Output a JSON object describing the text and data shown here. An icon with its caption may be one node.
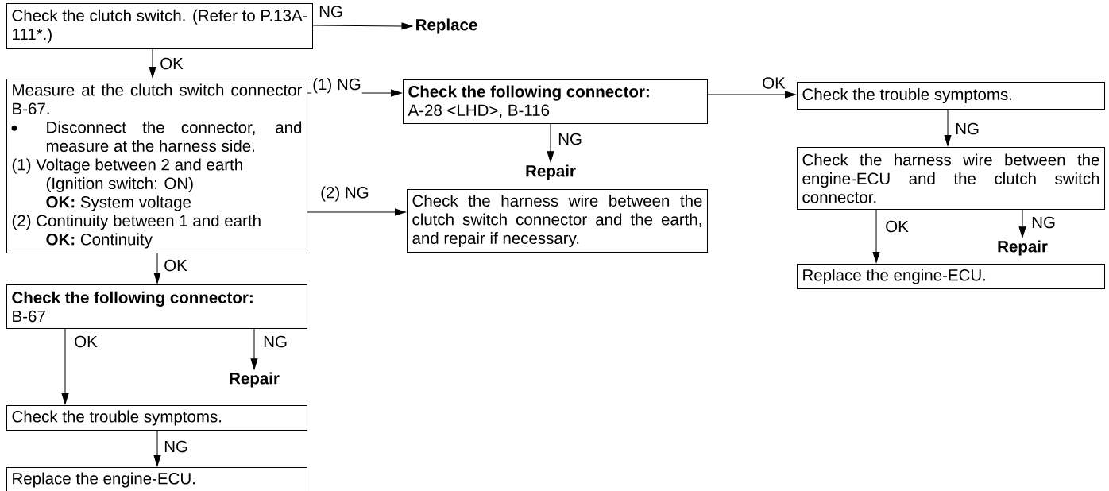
{
  "diagram": {
    "nodes": [
      {
        "text": [
          "Check the clutch switch. (Refer to P.13A-111*.)"
        ]
      },
      {
        "text": [
          "Replace"
        ]
      },
      {
        "text": [
          "Measure at the clutch switch connector B-67.",
          "Disconnect the connector, and measure at the harness side.",
          "(1) Voltage between 2 and earth",
          "(Ignition switch: ON)",
          "**OK:** System voltage",
          "(2) Continuity between 1 and earth",
          "**OK:** Continuity"
        ]
      },
      {
        "text": [
          "Check the following connector:",
          "A-28 <LHD>, B-116"
        ]
      },
      {
        "text": [
          "Repair"
        ]
      },
      {
        "text": [
          "Check the harness wire between the clutch switch connector and the earth, and repair if necessary."
        ]
      },
      {
        "text": [
          "Check the trouble symptoms."
        ]
      },
      {
        "text": [
          "Check the harness wire between the engine-ECU and the clutch switch connector."
        ]
      },
      {
        "text": [
          "Repair"
        ]
      },
      {
        "text": [
          "Replace the engine-ECU."
        ]
      },
      {
        "text": [
          "Check the following connector:",
          "B-67"
        ]
      },
      {
        "text": [
          "Repair"
        ]
      },
      {
        "text": [
          "Check the trouble symptoms."
        ]
      },
      {
        "text": [
          "Replace the engine-ECU."
        ]
      }
    ],
    "edges": [
      {
        "from": 0,
        "to": 1,
        "arrow": "to",
        "label": "NG"
      },
      {
        "from": 0,
        "to": 2,
        "arrow": "to",
        "label": "OK"
      },
      {
        "from": 2,
        "to": 3,
        "arrow": "to",
        "label": "(1) NG"
      },
      {
        "from": 2,
        "to": 5,
        "arrow": "to",
        "label": "(2) NG"
      },
      {
        "from": 3,
        "to": 6,
        "arrow": "to",
        "label": "OK"
      },
      {
        "from": 3,
        "to": 4,
        "arrow": "to",
        "label": "NG"
      },
      {
        "from": 6,
        "to": 7,
        "arrow": "to",
        "label": "NG"
      },
      {
        "from": 7,
        "to": 9,
        "arrow": "to",
        "label": "OK"
      },
      {
        "from": 7,
        "to": 8,
        "arrow": "to",
        "label": "NG"
      },
      {
        "from": 2,
        "to": 10,
        "arrow": "to",
        "label": "OK"
      },
      {
        "from": 10,
        "to": 12,
        "arrow": "to",
        "label": "OK"
      },
      {
        "from": 10,
        "to": 11,
        "arrow": "to",
        "label": "NG"
      },
      {
        "from": 12,
        "to": 13,
        "arrow": "to",
        "label": "NG"
      }
    ]
  }
}
